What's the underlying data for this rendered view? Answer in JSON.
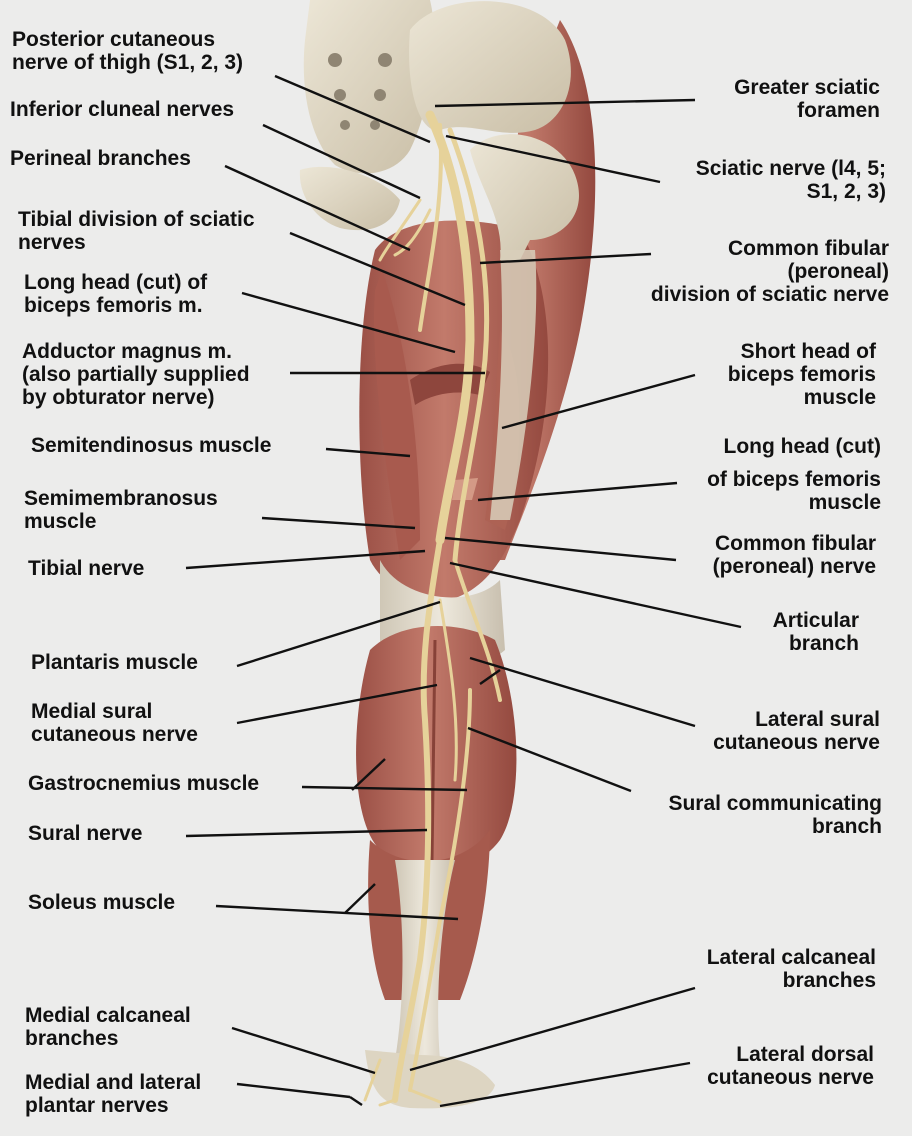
{
  "colors": {
    "background": "#ececeb",
    "bone": "#ddd5c2",
    "muscle": "#b3675a",
    "muscle_dark": "#8f4a40",
    "tendon": "#e3dccb",
    "nerve": "#e6d29a",
    "leader": "#111111"
  },
  "labels_left": [
    {
      "key": "post_cut_nerve",
      "lines": [
        "Posterior cutaneous",
        "nerve of thigh (S1, 2, 3)"
      ]
    },
    {
      "key": "inf_cluneal",
      "lines": [
        "Inferior cluneal nerves"
      ]
    },
    {
      "key": "perineal",
      "lines": [
        "Perineal branches"
      ]
    },
    {
      "key": "tibial_division",
      "lines": [
        "Tibial division of sciatic",
        "nerves"
      ]
    },
    {
      "key": "long_head_cut_left",
      "lines": [
        "Long head (cut) of",
        "biceps femoris m."
      ]
    },
    {
      "key": "adductor_magnus",
      "lines": [
        "Adductor magnus m.",
        "(also partially supplied",
        "by obturator nerve)"
      ]
    },
    {
      "key": "semitendinosus",
      "lines": [
        "Semitendinosus muscle"
      ]
    },
    {
      "key": "semimembranosus",
      "lines": [
        "Semimembranosus",
        "muscle"
      ]
    },
    {
      "key": "tibial_nerve",
      "lines": [
        "Tibial nerve"
      ]
    },
    {
      "key": "plantaris",
      "lines": [
        "Plantaris muscle"
      ]
    },
    {
      "key": "medial_sural",
      "lines": [
        "Medial sural",
        "cutaneous nerve"
      ]
    },
    {
      "key": "gastrocnemius",
      "lines": [
        "Gastrocnemius muscle"
      ]
    },
    {
      "key": "sural_nerve",
      "lines": [
        "Sural nerve"
      ]
    },
    {
      "key": "soleus",
      "lines": [
        "Soleus muscle"
      ]
    },
    {
      "key": "medial_calcaneal",
      "lines": [
        "Medial calcaneal",
        "branches"
      ]
    },
    {
      "key": "plantar_nerves",
      "lines": [
        "Medial and lateral",
        "plantar nerves"
      ]
    }
  ],
  "labels_right": [
    {
      "key": "greater_sciatic",
      "lines": [
        "Greater sciatic",
        "foramen"
      ]
    },
    {
      "key": "sciatic_nerve",
      "lines": [
        "Sciatic nerve (l4, 5;",
        "S1, 2, 3)"
      ]
    },
    {
      "key": "common_fibular_division",
      "lines": [
        "Common fibular",
        "(peroneal)",
        "division of sciatic nerve"
      ]
    },
    {
      "key": "short_head",
      "lines": [
        "Short head of",
        "biceps femoris",
        "muscle"
      ]
    },
    {
      "key": "long_head_cut_right",
      "lines": [
        "Long head (cut)",
        "of biceps femoris",
        "muscle"
      ]
    },
    {
      "key": "common_fibular_nerve",
      "lines": [
        "Common fibular",
        "(peroneal) nerve"
      ]
    },
    {
      "key": "articular",
      "lines": [
        "Articular",
        "branch"
      ]
    },
    {
      "key": "lateral_sural",
      "lines": [
        "Lateral sural",
        "cutaneous nerve"
      ]
    },
    {
      "key": "sural_communicating",
      "lines": [
        "Sural communicating",
        "branch"
      ]
    },
    {
      "key": "lateral_calcaneal",
      "lines": [
        "Lateral calcaneal",
        "branches"
      ]
    },
    {
      "key": "lateral_dorsal",
      "lines": [
        "Lateral dorsal",
        "cutaneous nerve"
      ]
    }
  ]
}
